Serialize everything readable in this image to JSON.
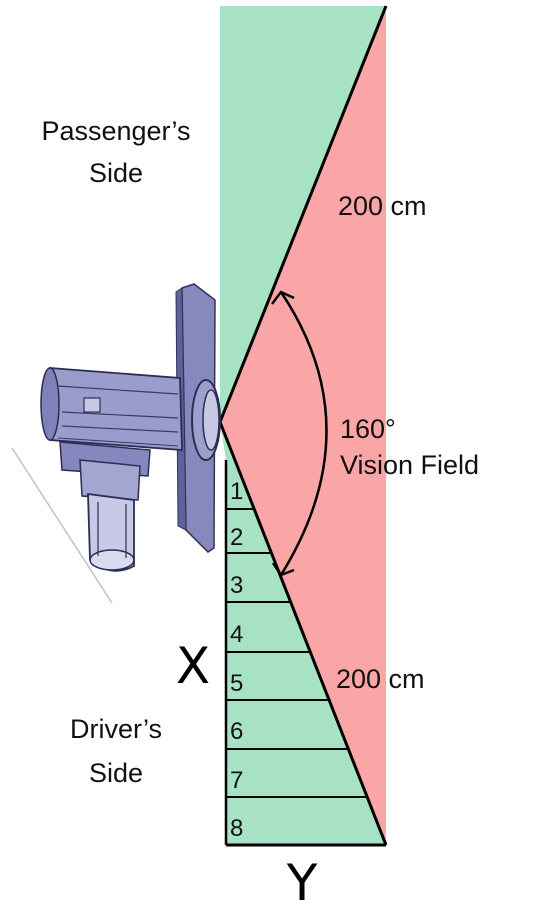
{
  "labels": {
    "passenger_side_line1": "Passenger’s",
    "passenger_side_line2": "Side",
    "distance_top": "200 cm",
    "angle": "160°",
    "vision_field": "Vision Field",
    "distance_bottom": "200 cm",
    "driver_side_line1": "Driver’s",
    "driver_side_line2": "Side",
    "axis_x": "X",
    "axis_y": "Y"
  },
  "zones": [
    "1",
    "2",
    "3",
    "4",
    "5",
    "6",
    "7",
    "8"
  ],
  "colors": {
    "green_region": "#a8e2c4",
    "red_region": "#fba6a6",
    "camera_body": "#8f92c6",
    "camera_plate": "#8589bd",
    "outline": "#000000"
  },
  "icons": {
    "device": "camera-sensor-icon"
  }
}
